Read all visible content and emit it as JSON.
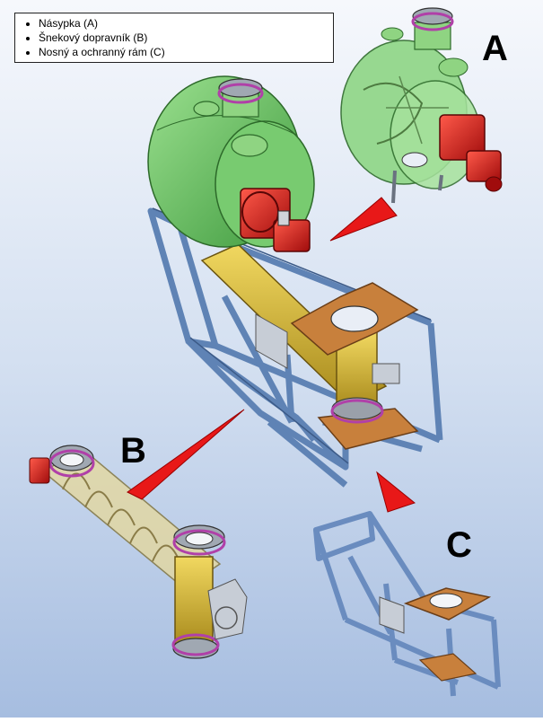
{
  "legend": {
    "items": [
      "Násypka (A)",
      "Šnekový dopravník (B)",
      "Nosný a ochranný rám (C)"
    ]
  },
  "labels": {
    "a": "A",
    "b": "B",
    "c": "C"
  },
  "colors": {
    "hopper": "#6ec46a",
    "frame": "#7f9fc8",
    "screw_tube": "#d4b53a",
    "plate": "#c8803c",
    "motor": "#d42020",
    "flange_ring": "#b040a8",
    "arrow": "#e81818"
  }
}
